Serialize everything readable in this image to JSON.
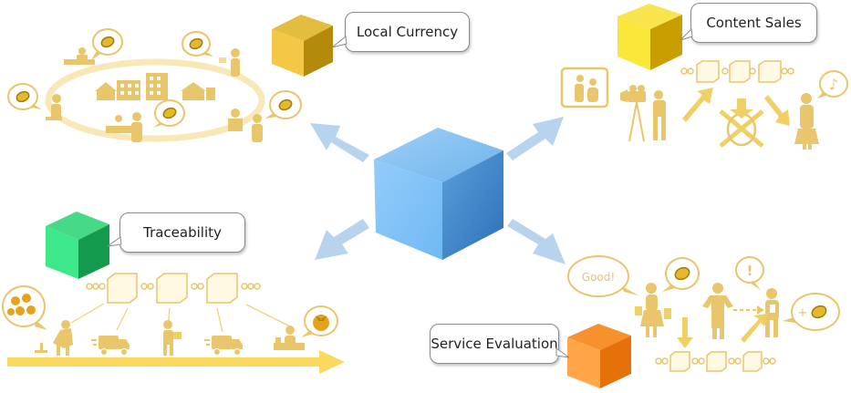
{
  "labels": {
    "local_currency": "Local Currency",
    "content_sales": "Content Sales",
    "traceability": "Traceability",
    "service_evaluation": "Service Evaluation"
  },
  "bubbles": {
    "good": "Good!",
    "exclaim": "!",
    "note": "♪",
    "plus": "+"
  },
  "colors": {
    "icon_gold": "#e9c56b",
    "icon_light": "#f5dc9a",
    "arrow_blue": "#b8d3ee",
    "cube_blue": "#6fb3ec",
    "cube_local": "#d3a10e",
    "cube_content": "#f6dc1c",
    "cube_trace": "#1fc46a",
    "cube_service": "#f48a22"
  }
}
